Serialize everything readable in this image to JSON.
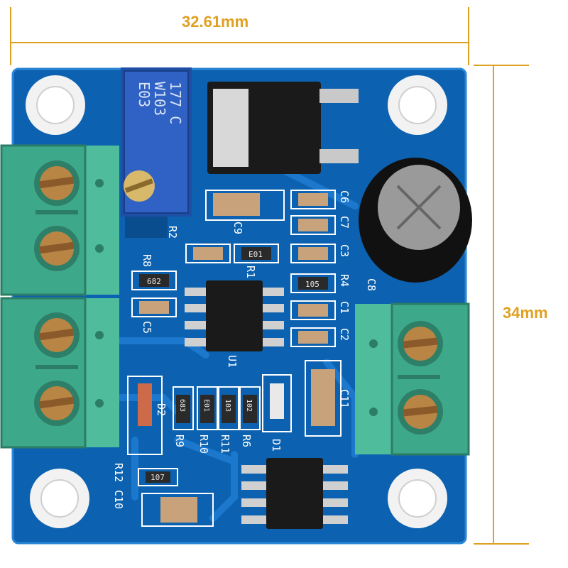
{
  "dimensions": {
    "width_label": "32.61mm",
    "height_label": "34mm",
    "line_color": "#e0a020"
  },
  "board": {
    "pcb_color": "#0c62b0",
    "terminal_color": "#3ea88a",
    "silkscreen": {
      "pot_top": "177 C",
      "pot_mid": "W103",
      "pot_mid2": "E03",
      "r2": "R2",
      "c9": "C9",
      "c6": "C6",
      "c7": "C7",
      "c3": "C3",
      "r4": "R4",
      "c1": "C1",
      "c2": "C2",
      "c8": "C8",
      "r8": "R8",
      "c5": "C5",
      "r1": "R1",
      "u1": "U1",
      "c11": "C11",
      "d2": "D2",
      "r9": "R9",
      "r10": "R10",
      "r11": "R11",
      "r6": "R6",
      "d1": "D1",
      "r12": "R12",
      "c10": "C10",
      "code_682": "682",
      "code_e01": "E01",
      "code_105": "105",
      "code_683": "683",
      "code_e01b": "E01",
      "code_103": "103",
      "code_102": "102",
      "code_107": "107"
    }
  }
}
